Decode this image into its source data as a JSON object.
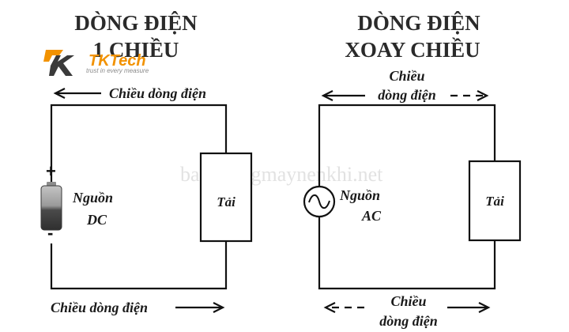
{
  "dc": {
    "title_line1": "DÒNG ĐIỆN",
    "title_line2": "1 CHIỀU",
    "top_arrow_label": "Chiều dòng điện",
    "bottom_arrow_label": "Chiều dòng điện",
    "source_line1": "Nguồn",
    "source_line2": "DC",
    "plus_sign": "+",
    "minus_sign": "-",
    "load_label": "Tải"
  },
  "ac": {
    "title_line1": "DÒNG ĐIỆN",
    "title_line2": "XOAY CHIỀU",
    "top_arrow_line1": "Chiều",
    "top_arrow_line2": "dòng điện",
    "bottom_arrow_line1": "Chiều",
    "bottom_arrow_line2": "dòng điện",
    "source_line1": "Nguồn",
    "source_line2": "AC",
    "load_label": "Tải"
  },
  "watermark": "baoduongmaynenkhi.net",
  "logo": {
    "name": "TKTech",
    "tagline": "trust in every measure",
    "accent_color": "#f29200",
    "dark_color": "#3a3a3a"
  },
  "colors": {
    "battery_top": "#b9b9b9",
    "battery_bottom": "#3d3d3d"
  }
}
